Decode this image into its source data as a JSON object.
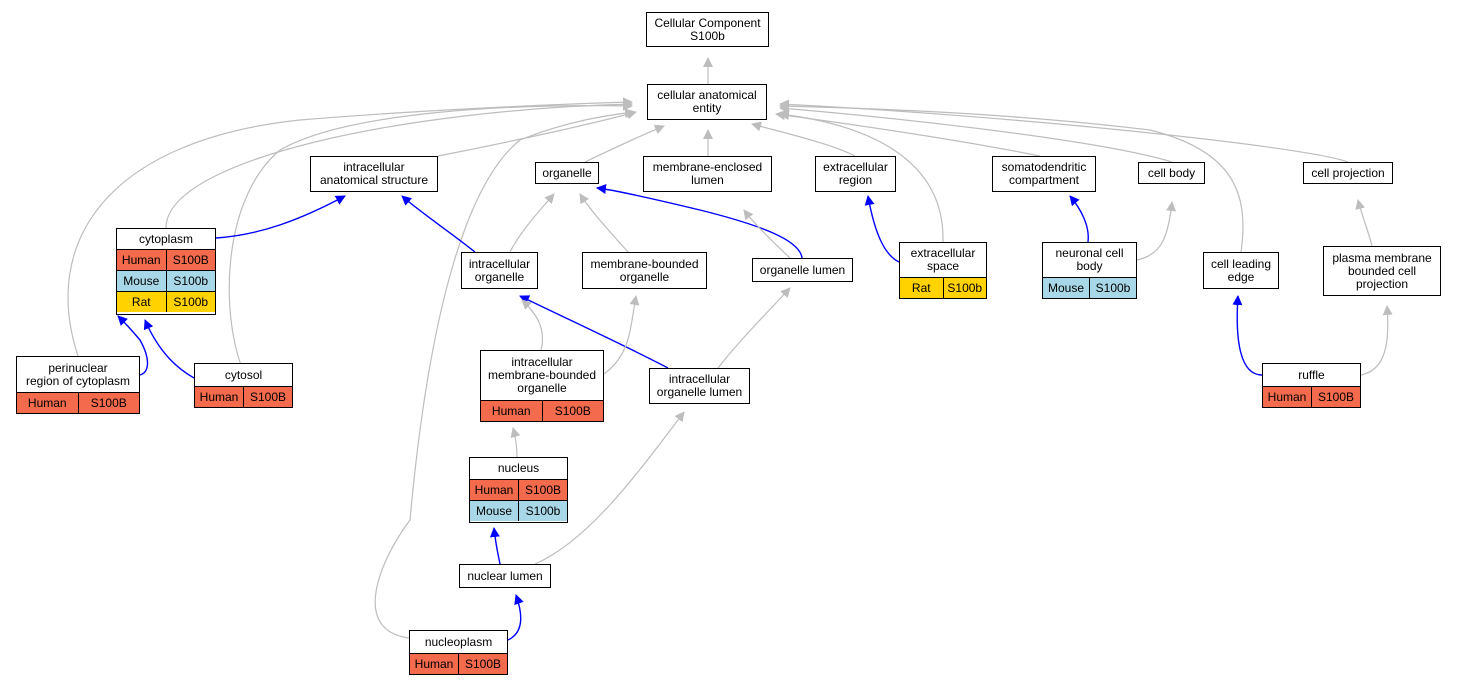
{
  "colors": {
    "is_a_edge": "#bdbdbd",
    "part_of_edge": "#0000ff",
    "Human": "#f36a4c",
    "Mouse": "#a8d8e8",
    "Rat": "#ffd200"
  },
  "nodes": {
    "root": {
      "label": "Cellular Component\nS100b"
    },
    "cae": {
      "label": "cellular anatomical\nentity"
    },
    "ias": {
      "label": "intracellular\nanatomical structure"
    },
    "organelle": {
      "label": "organelle"
    },
    "mel": {
      "label": "membrane-enclosed\nlumen"
    },
    "extreg": {
      "label": "extracellular\nregion"
    },
    "somato": {
      "label": "somatodendritic\ncompartment"
    },
    "cellbody": {
      "label": "cell body"
    },
    "cellproj": {
      "label": "cell projection"
    },
    "cytoplasm": {
      "label": "cytoplasm",
      "rows": [
        [
          "Human",
          "S100B"
        ],
        [
          "Mouse",
          "S100b"
        ],
        [
          "Rat",
          "S100b"
        ]
      ]
    },
    "intraorg": {
      "label": "intracellular\norganelle"
    },
    "mbo": {
      "label": "membrane-bounded\norganelle"
    },
    "orglumen": {
      "label": "organelle lumen"
    },
    "extspace": {
      "label": "extracellular\nspace",
      "rows": [
        [
          "Rat",
          "S100b"
        ]
      ]
    },
    "ncb": {
      "label": "neuronal cell\nbody",
      "rows": [
        [
          "Mouse",
          "S100b"
        ]
      ]
    },
    "cle": {
      "label": "cell leading\nedge"
    },
    "pmbcp": {
      "label": "plasma membrane\nbounded cell\nprojection"
    },
    "perinuc": {
      "label": "perinuclear\nregion of cytoplasm",
      "rows": [
        [
          "Human",
          "S100B"
        ]
      ]
    },
    "cytosol": {
      "label": "cytosol",
      "rows": [
        [
          "Human",
          "S100B"
        ]
      ]
    },
    "imbo": {
      "label": "intracellular\nmembrane-bounded\norganelle",
      "rows": [
        [
          "Human",
          "S100B"
        ]
      ]
    },
    "iol": {
      "label": "intracellular\norganelle lumen"
    },
    "ruffle": {
      "label": "ruffle",
      "rows": [
        [
          "Human",
          "S100B"
        ]
      ]
    },
    "nucleus": {
      "label": "nucleus",
      "rows": [
        [
          "Human",
          "S100B"
        ],
        [
          "Mouse",
          "S100b"
        ]
      ]
    },
    "nuclum": {
      "label": "nuclear lumen"
    },
    "nucleoplasm": {
      "label": "nucleoplasm",
      "rows": [
        [
          "Human",
          "S100B"
        ]
      ]
    }
  },
  "edges": [
    {
      "from": "cae",
      "to": "root",
      "type": "is_a"
    },
    {
      "from": "ias",
      "to": "cae",
      "type": "is_a"
    },
    {
      "from": "organelle",
      "to": "cae",
      "type": "is_a"
    },
    {
      "from": "mel",
      "to": "cae",
      "type": "is_a"
    },
    {
      "from": "extreg",
      "to": "cae",
      "type": "is_a"
    },
    {
      "from": "somato",
      "to": "cae",
      "type": "is_a"
    },
    {
      "from": "cellbody",
      "to": "cae",
      "type": "is_a"
    },
    {
      "from": "cellproj",
      "to": "cae",
      "type": "is_a"
    },
    {
      "from": "cytoplasm",
      "to": "cae",
      "type": "is_a"
    },
    {
      "from": "perinuc",
      "to": "cae",
      "type": "is_a"
    },
    {
      "from": "cytosol",
      "to": "cae",
      "type": "is_a"
    },
    {
      "from": "nucleoplasm",
      "to": "cae",
      "type": "is_a"
    },
    {
      "from": "extspace",
      "to": "cae",
      "type": "is_a"
    },
    {
      "from": "cle",
      "to": "cae",
      "type": "is_a"
    },
    {
      "from": "cytoplasm",
      "to": "ias",
      "type": "part_of"
    },
    {
      "from": "intraorg",
      "to": "ias",
      "type": "part_of"
    },
    {
      "from": "intraorg",
      "to": "organelle",
      "type": "is_a"
    },
    {
      "from": "mbo",
      "to": "organelle",
      "type": "is_a"
    },
    {
      "from": "orglumen",
      "to": "organelle",
      "type": "part_of"
    },
    {
      "from": "orglumen",
      "to": "mel",
      "type": "is_a"
    },
    {
      "from": "extspace",
      "to": "extreg",
      "type": "part_of"
    },
    {
      "from": "ncb",
      "to": "somato",
      "type": "part_of"
    },
    {
      "from": "ncb",
      "to": "cellbody",
      "type": "is_a"
    },
    {
      "from": "pmbcp",
      "to": "cellproj",
      "type": "is_a"
    },
    {
      "from": "perinuc",
      "to": "cytoplasm",
      "type": "part_of"
    },
    {
      "from": "cytosol",
      "to": "cytoplasm",
      "type": "part_of"
    },
    {
      "from": "iol",
      "to": "intraorg",
      "type": "part_of"
    },
    {
      "from": "imbo",
      "to": "intraorg",
      "type": "is_a"
    },
    {
      "from": "imbo",
      "to": "mbo",
      "type": "is_a"
    },
    {
      "from": "iol",
      "to": "orglumen",
      "type": "is_a"
    },
    {
      "from": "cle",
      "to": "ruffle",
      "type": "part_of_rev"
    },
    {
      "from": "ruffle",
      "to": "pmbcp",
      "type": "is_a"
    },
    {
      "from": "nucleus",
      "to": "imbo",
      "type": "is_a"
    },
    {
      "from": "nuclum",
      "to": "nucleus",
      "type": "part_of"
    },
    {
      "from": "nuclum",
      "to": "iol",
      "type": "is_a"
    },
    {
      "from": "nucleoplasm",
      "to": "nuclum",
      "type": "part_of"
    }
  ]
}
